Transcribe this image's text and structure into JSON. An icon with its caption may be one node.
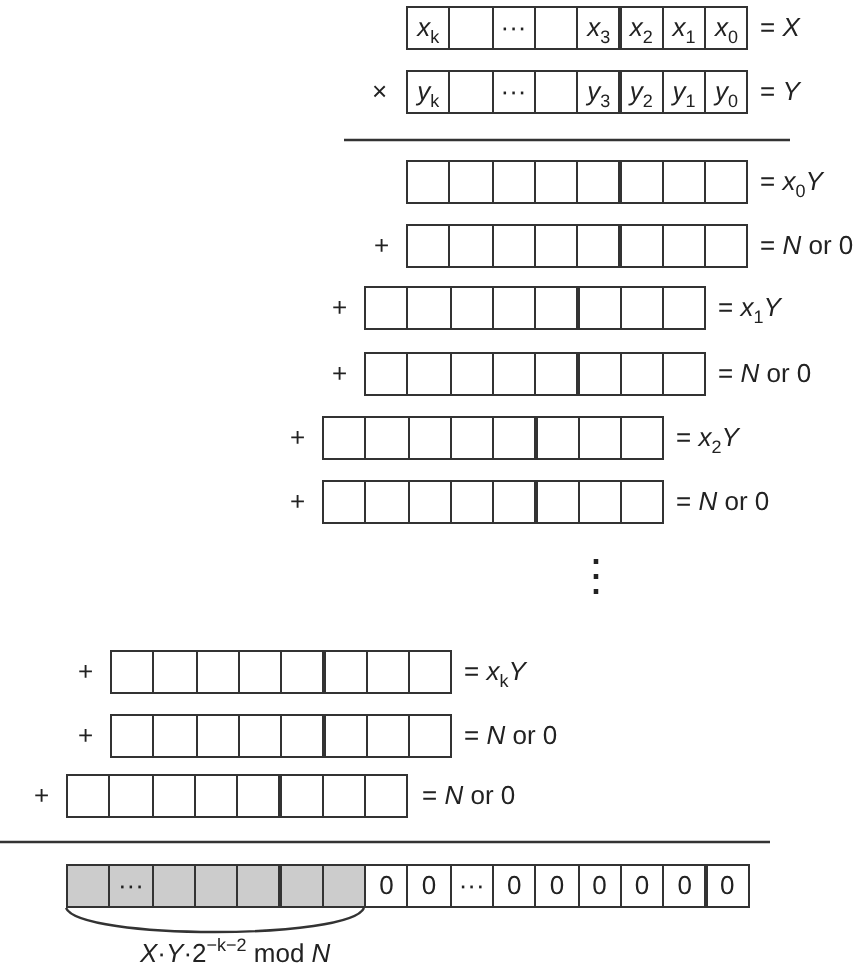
{
  "diagram": {
    "labels": [
      "*x*$_{k}$",
      "···",
      "*x*$_{3}$",
      "*x*$_{2}$",
      "*x*$_{1}$",
      "*x*$_{0}$",
      "= *X*",
      "×",
      "*y*$_{k}$",
      "···",
      "*y*$_{3}$",
      "*y*$_{2}$",
      "*y*$_{1}$",
      "*y*$_{0}$",
      "= *Y*",
      "= *x*$_{0}$*Y*",
      "+",
      "= *N* or 0",
      "+",
      "= *x*$_{1}$*Y*",
      "+",
      "= *N* or 0",
      "+",
      "= *x*$_{2}$*Y*",
      "+",
      "= *N* or 0",
      "⋮",
      "+",
      "= *x*$_{k}$*Y*",
      "+",
      "= *N* or 0",
      "+",
      "= *N* or 0",
      "···",
      "0",
      "0",
      "···",
      "0",
      "0",
      "0",
      "0",
      "0",
      "0",
      "*X*·*Y*·2$^{−k−2}$ mod *N*"
    ]
  }
}
